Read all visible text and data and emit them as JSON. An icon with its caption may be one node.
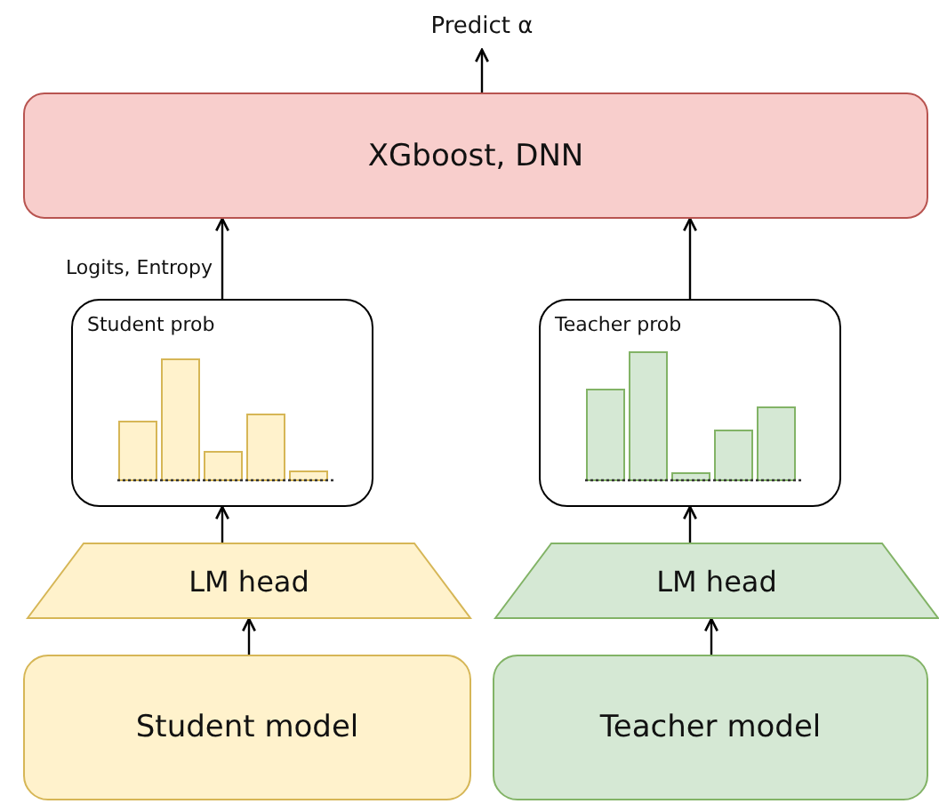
{
  "diagram": {
    "nodes": [
      {
        "text": [
          "Predict α"
        ]
      },
      {
        "text": [
          "XGboost, DNN"
        ]
      },
      {
        "text": [
          "Student prob"
        ]
      },
      {
        "text": [
          "Teacher prob"
        ]
      },
      {
        "text": [
          "LM head"
        ]
      },
      {
        "text": [
          "LM head"
        ]
      },
      {
        "text": [
          "Student model"
        ]
      },
      {
        "text": [
          "Teacher model"
        ]
      }
    ],
    "edges": [
      {
        "from": 1,
        "to": 0,
        "arrow": "to"
      },
      {
        "from": 2,
        "to": 1,
        "arrow": "to",
        "label": "Logits, Entropy"
      },
      {
        "from": 3,
        "to": 1,
        "arrow": "to"
      },
      {
        "from": 4,
        "to": 2,
        "arrow": "to"
      },
      {
        "from": 5,
        "to": 3,
        "arrow": "to"
      },
      {
        "from": 6,
        "to": 4,
        "arrow": "to"
      },
      {
        "from": 7,
        "to": 5,
        "arrow": "to"
      }
    ]
  }
}
